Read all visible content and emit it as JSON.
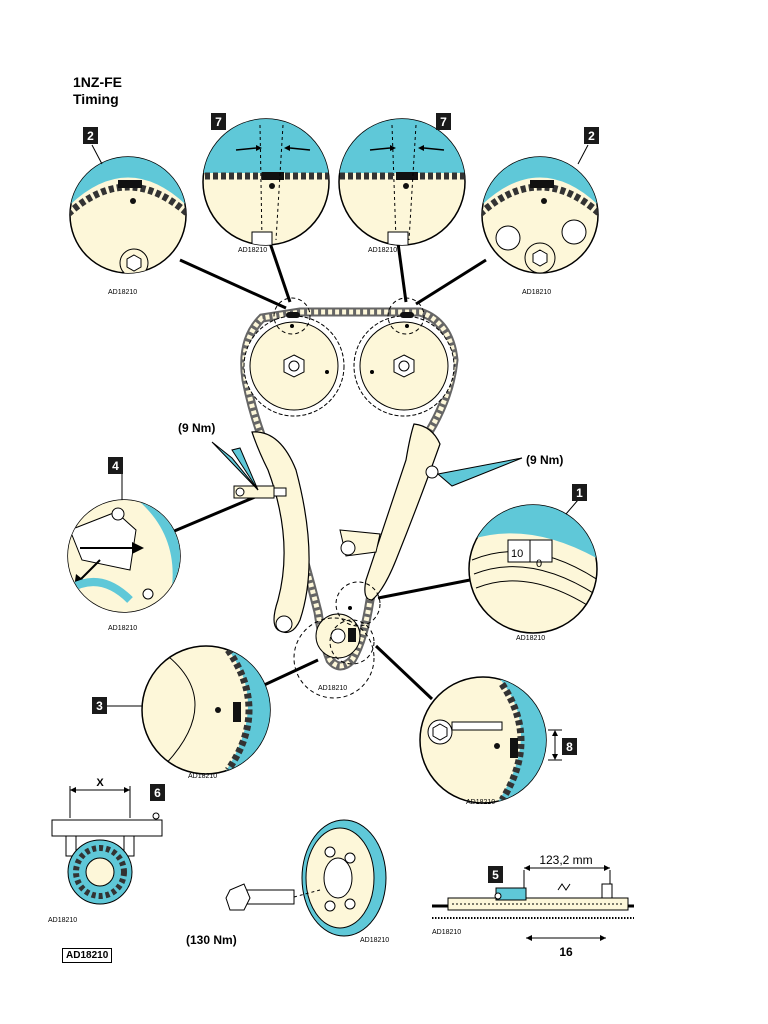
{
  "title": {
    "line1": "1NZ-FE",
    "line2": "Timing"
  },
  "callouts": {
    "n1": "1",
    "n2": "2",
    "n3": "3",
    "n4": "4",
    "n5": "5",
    "n6": "6",
    "n7": "7",
    "n8": "8"
  },
  "torques": {
    "left_guide": "(9 Nm)",
    "right_guide": "(9 Nm)",
    "crank_bolt": "(130 Nm)"
  },
  "measurements": {
    "x_label": "X",
    "length": "123,2 mm",
    "links": "16"
  },
  "scale_marks": {
    "left": "10",
    "right": "0"
  },
  "ref_code": "AD18210",
  "colors": {
    "accent": "#5fc8d8",
    "part_fill": "#fdf7d9",
    "callout_bg": "#1a1a1a"
  }
}
